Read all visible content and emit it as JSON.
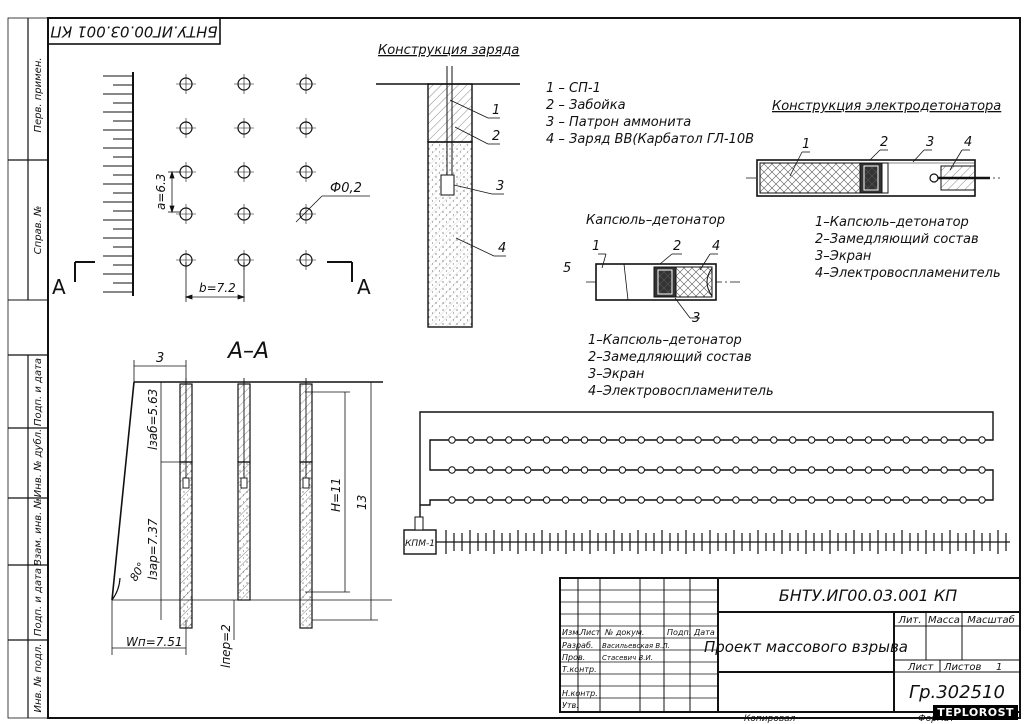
{
  "stamp_rotated": "БНТУ.ИГ00.03.001 КП",
  "side_labels": [
    "Перв. примен.",
    "Справ. №",
    "Подп. и дата",
    "Инв. № дубл.",
    "Взам. инв. №",
    "Подп. и дата",
    "Инв. № подл."
  ],
  "holes_plan": {
    "a_label": "a=6.3",
    "b_label": "b=7.2",
    "diameter_label": "Ф0,2",
    "section_mark": "A"
  },
  "section": {
    "title": "A–A",
    "dim_top": "3",
    "lzab_label": "lзаб=5.63",
    "lzar_label": "lзар=7.37",
    "H_label": "H=11",
    "depth_label": "13",
    "angle_label": "80°",
    "wn_label": "Wп=7.51",
    "lper_label": "lпер=2"
  },
  "charge": {
    "title": "Конструкция заряда",
    "callouts": [
      "1",
      "2",
      "3",
      "4"
    ],
    "legend": [
      "1 – СП-1",
      "2 – Забойка",
      "3 – Патрон аммонита",
      "4 – Заряд ВВ(Карбатол ГЛ-10В"
    ]
  },
  "electro": {
    "title": "Конструкция электродетонатора",
    "callouts": [
      "1",
      "2",
      "3",
      "4"
    ],
    "legend": [
      "1–Капсюль–детонатор",
      "2–Замедляющий состав",
      "3–Экран",
      "4–Электровоспламенитель"
    ]
  },
  "capsule": {
    "title": "Капсюль–детонатор",
    "callouts": [
      "1",
      "2",
      "3",
      "4",
      "5"
    ],
    "legend": [
      "1–Капсюль–детонатор",
      "2–Замедляющий состав",
      "3–Экран",
      "4–Электровоспламенитель"
    ]
  },
  "circuit": {
    "device": "КПМ-1",
    "rows": 3,
    "dots_per_row": 29
  },
  "title_block": {
    "doc_code": "БНТУ.ИГ00.03.001 КП",
    "project_name": "Проект массового взрыва",
    "col_headers": [
      "Изм.",
      "Лист",
      "№ докум.",
      "Подп.",
      "Дата"
    ],
    "lit": "Лит.",
    "mass": "Масса",
    "scale": "Масштаб",
    "sheet": "Лист",
    "sheets": "Листов",
    "sheets_count": "1",
    "group": "Гр.302510",
    "roles": [
      {
        "role": "Разраб.",
        "name": "Васильевская В.Л."
      },
      {
        "role": "Пров.",
        "name": "Стасевич В.И."
      },
      {
        "role": "Т.контр.",
        "name": ""
      },
      {
        "role": "Н.контр.",
        "name": ""
      },
      {
        "role": "Утв.",
        "name": ""
      }
    ],
    "copied": "Копировал",
    "format": "Формат"
  },
  "watermark": "TEPLOROST"
}
